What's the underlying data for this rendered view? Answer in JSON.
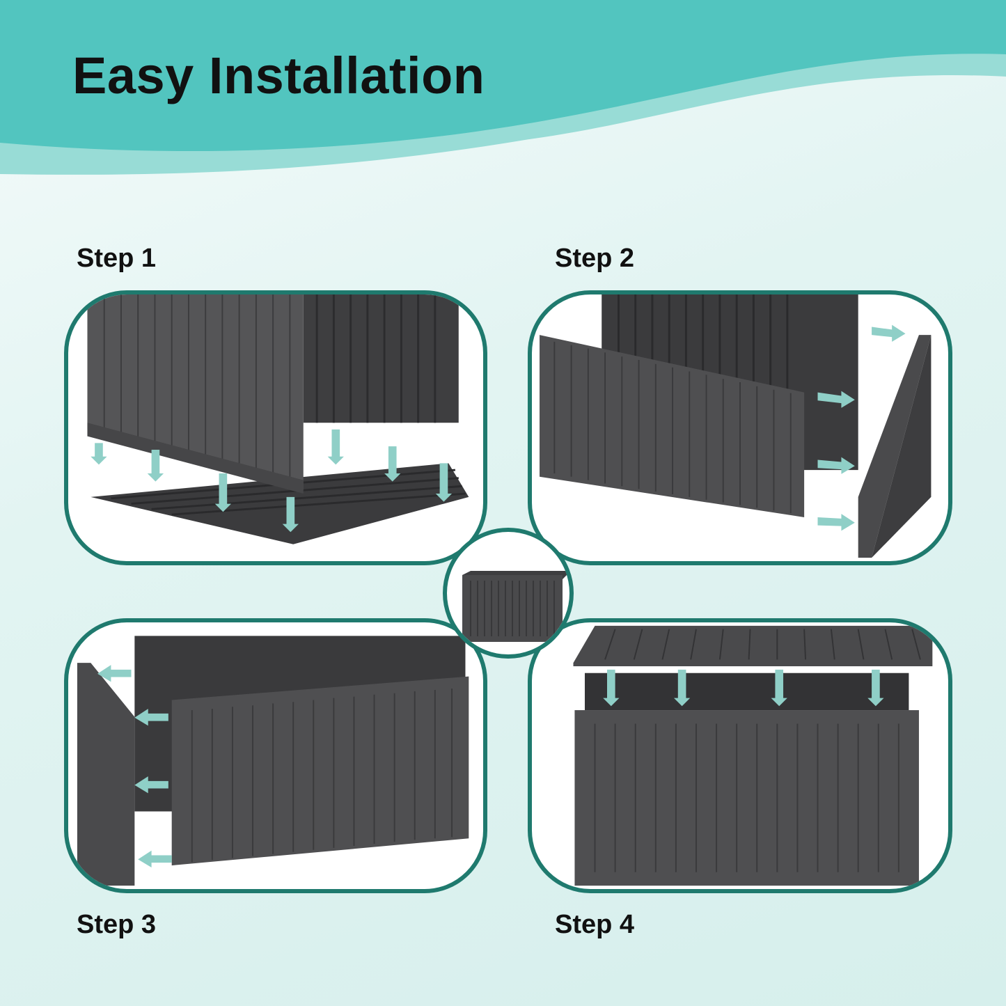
{
  "header": {
    "title": "Easy Installation",
    "colors": {
      "band": "#52c5bf",
      "wave_light": "#98dcd6",
      "border": "#1f7a6e",
      "arrow": "#8fcfc7",
      "box": "#4a4a4c"
    }
  },
  "steps": [
    {
      "label": "Step 1",
      "description_icon": "floor-and-back-panel-assembly"
    },
    {
      "label": "Step 2",
      "description_icon": "front-and-side-panel-assembly"
    },
    {
      "label": "Step 3",
      "description_icon": "second-side-panel-assembly"
    },
    {
      "label": "Step 4",
      "description_icon": "lid-attachment"
    }
  ],
  "center": {
    "icon": "assembled-storage-box"
  }
}
